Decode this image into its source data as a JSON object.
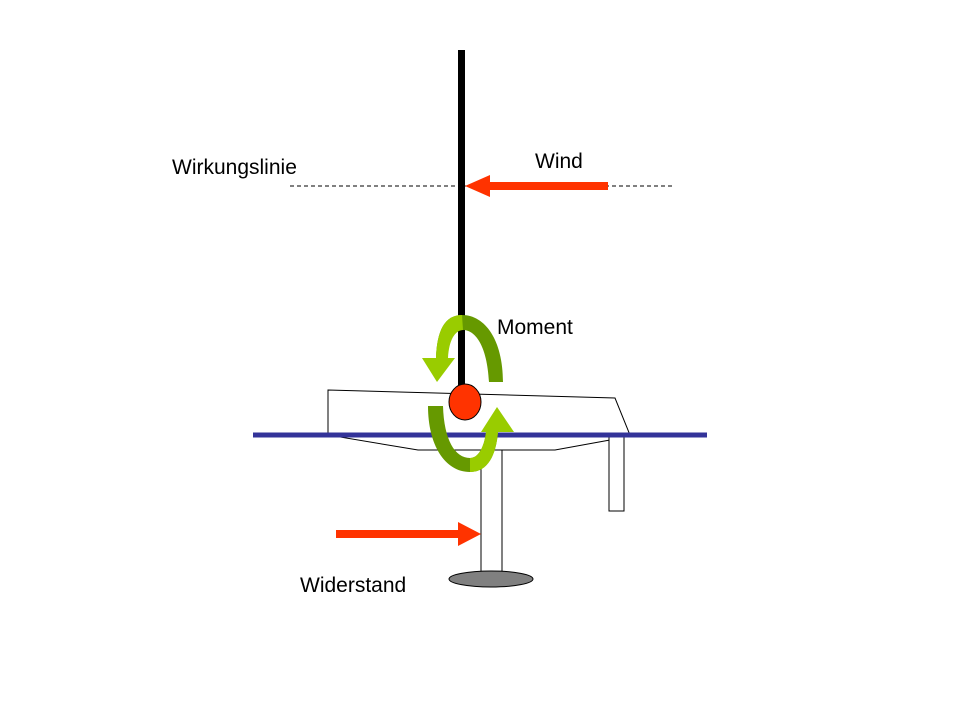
{
  "labels": {
    "line_of_action": "Wirkungslinie",
    "wind": "Wind",
    "moment": "Moment",
    "resistance": "Widerstand"
  },
  "colors": {
    "force_arrow": "#ff3300",
    "moment_arrow_light": "#99cc00",
    "moment_arrow_dark": "#669900",
    "waterline": "#333399",
    "mast": "#000000",
    "pivot": "#ff3300",
    "keel_bulb": "#808080"
  }
}
